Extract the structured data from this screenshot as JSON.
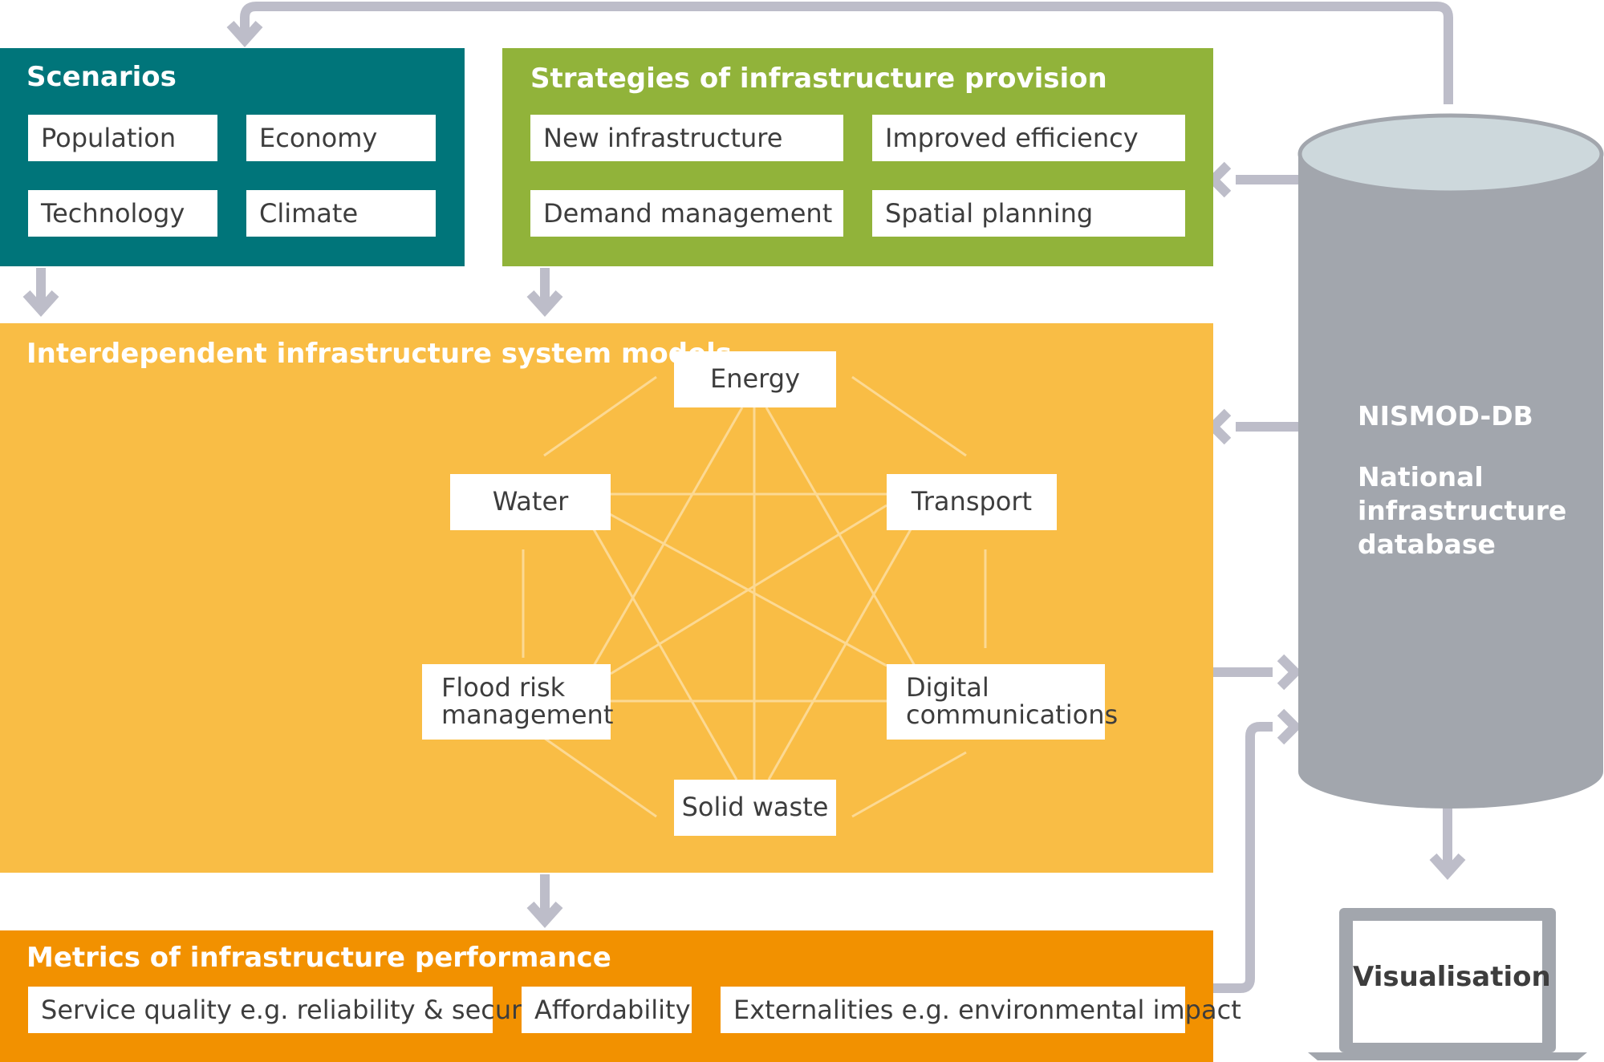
{
  "scenarios": {
    "title": "Scenarios",
    "items": [
      "Population",
      "Economy",
      "Technology",
      "Climate"
    ],
    "color": "#00757a"
  },
  "strategies": {
    "title": "Strategies of infrastructure provision",
    "items": [
      "New infrastructure",
      "Improved efficiency",
      "Demand management",
      "Spatial planning"
    ],
    "color": "#91b33a"
  },
  "models": {
    "title": "Interdependent infrastructure system models",
    "color": "#f9bd45",
    "nodes": {
      "energy": "Energy",
      "water": "Water",
      "transport": "Transport",
      "flood_line1": "Flood risk",
      "flood_line2": "management",
      "digital_line1": "Digital",
      "digital_line2": "communications",
      "waste": "Solid waste"
    }
  },
  "metrics": {
    "title": "Metrics of infrastructure performance",
    "items": [
      "Service quality e.g. reliability & security",
      "Affordability",
      "Externalities e.g. environmental impact"
    ],
    "color": "#f29100"
  },
  "database": {
    "name": "NISMOD-DB",
    "desc_line1": "National",
    "desc_line2": "infrastructure",
    "desc_line3": "database",
    "body_color": "#a2a6ad",
    "top_color": "#cdd8dc"
  },
  "visualisation": {
    "label": "Visualisation"
  },
  "arrow_color": "#bdbdc9"
}
